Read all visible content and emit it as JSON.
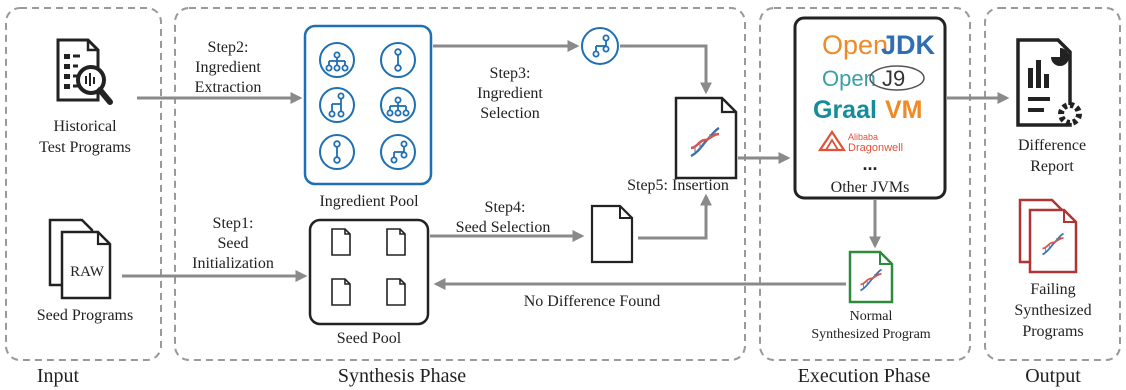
{
  "phases": {
    "input": "Input",
    "synthesis": "Synthesis Phase",
    "execution": "Execution Phase",
    "output": "Output"
  },
  "input": {
    "historical_line1": "Historical",
    "historical_line2": "Test Programs",
    "seed_programs": "Seed Programs",
    "raw_tag": "RAW"
  },
  "synthesis": {
    "step2_line1": "Step2:",
    "step2_line2": "Ingredient",
    "step2_line3": "Extraction",
    "step1_line1": "Step1:",
    "step1_line2": "Seed",
    "step1_line3": "Initialization",
    "ingredient_pool": "Ingredient Pool",
    "seed_pool": "Seed Pool",
    "step3_line1": "Step3:",
    "step3_line2": "Ingredient",
    "step3_line3": "Selection",
    "step4_line1": "Step4:",
    "step4_line2": "Seed Selection",
    "step5": "Step5: Insertion",
    "no_difference": "No Difference Found"
  },
  "execution": {
    "jvm_openjdk_a": "Open",
    "jvm_openjdk_b": "JDK",
    "jvm_openj9_a": "Open",
    "jvm_openj9_b": "J9",
    "jvm_graalvm_a": "Graal",
    "jvm_graalvm_b": "VM",
    "jvm_alibaba_line1": "Alibaba",
    "jvm_alibaba_line2": "Dragonwell",
    "ellipsis": "...",
    "other_jvms": "Other JVMs",
    "normal_line1": "Normal",
    "normal_line2": "Synthesized Program"
  },
  "output": {
    "difference_line1": "Difference",
    "difference_line2": "Report",
    "failing_line1": "Failing",
    "failing_line2": "Synthesized",
    "failing_line3": "Programs"
  },
  "colors": {
    "blue": "#1f6fb3",
    "gray_arrow": "#8a8a8a",
    "dark": "#222222",
    "openjdk_orange": "#f08a24",
    "openjdk_blue": "#2f6db5",
    "openj9_teal": "#3aa0a8",
    "graal_teal": "#148c9a",
    "alibaba_red": "#e0513a",
    "green": "#2e8b3e",
    "red": "#b03434"
  }
}
